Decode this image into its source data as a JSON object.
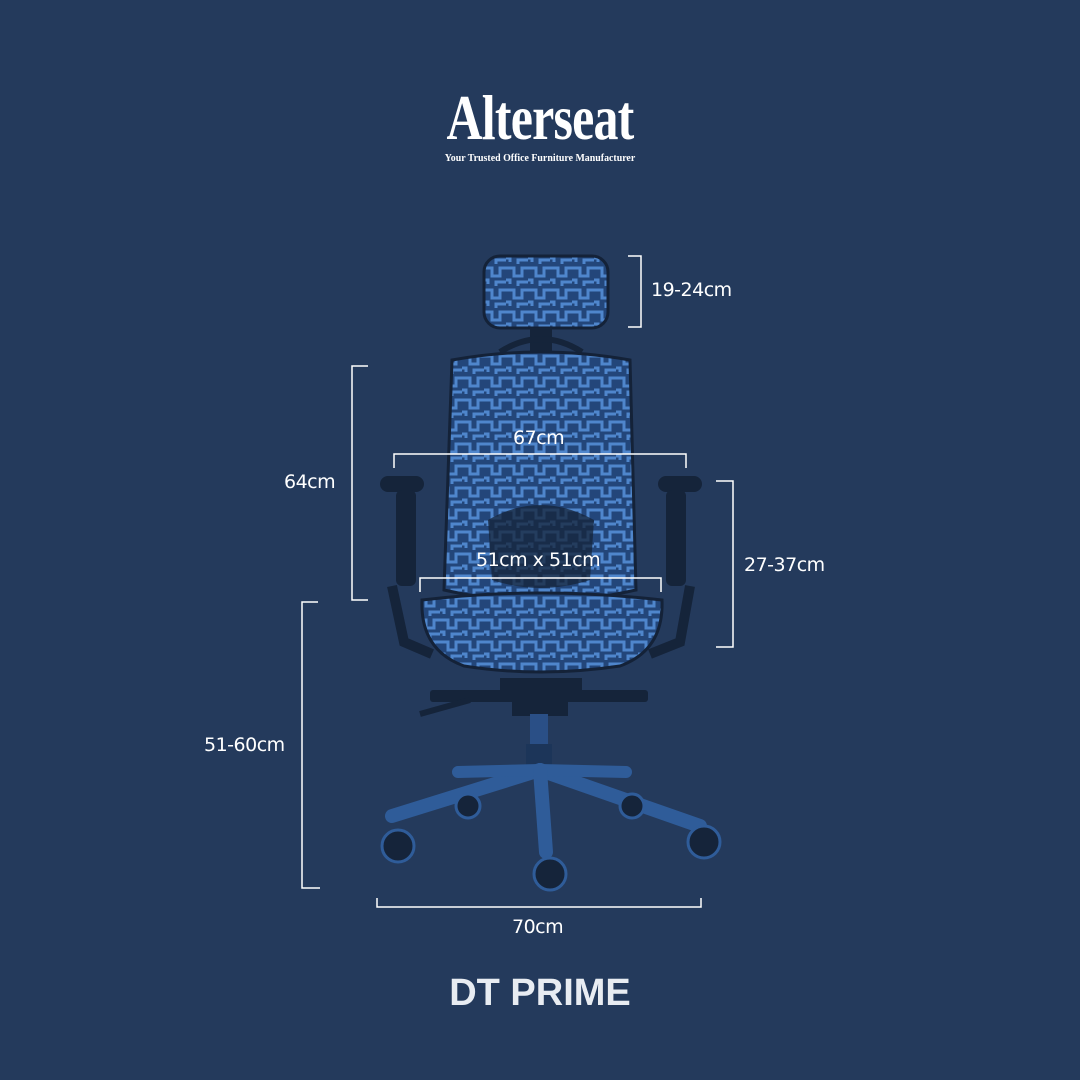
{
  "brand": {
    "name": "Alterseat",
    "tagline": "Your Trusted Office Furniture Manufacturer"
  },
  "dimensions": {
    "headrest": "19-24cm",
    "backrest_height": "64cm",
    "armrest_width": "67cm",
    "seat_size": "51cm x 51cm",
    "armrest_height": "27-37cm",
    "seat_height": "51-60cm",
    "base_width": "70cm"
  },
  "product": {
    "name": "DT PRIME"
  },
  "colors": {
    "background": "#243a5c",
    "chair": "#3566a8",
    "chair_dark": "#15243a",
    "line": "#ffffff"
  }
}
